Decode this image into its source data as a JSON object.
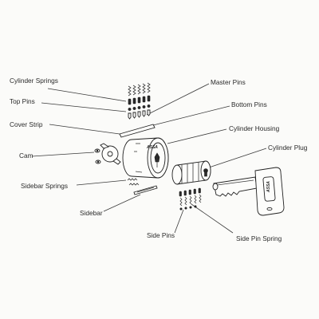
{
  "labels": {
    "cylinder_springs": "Cylinder Springs",
    "top_pins": "Top Pins",
    "cover_strip": "Cover Strip",
    "cam": "Cam",
    "sidebar_springs": "Sidebar Springs",
    "sidebar": "Sidebar",
    "side_pins": "Side Pins",
    "master_pins": "Master Pins",
    "bottom_pins": "Bottom Pins",
    "cylinder_housing": "Cylinder Housing",
    "cylinder_plug": "Cylinder Plug",
    "side_pin_spring": "Side Pin Spring"
  },
  "logo": {
    "housing": "ASSA",
    "key": "ASSA"
  },
  "colors": {
    "line": "#3a3a3a",
    "ink": "#222222",
    "paper": "#fbfbf9"
  }
}
